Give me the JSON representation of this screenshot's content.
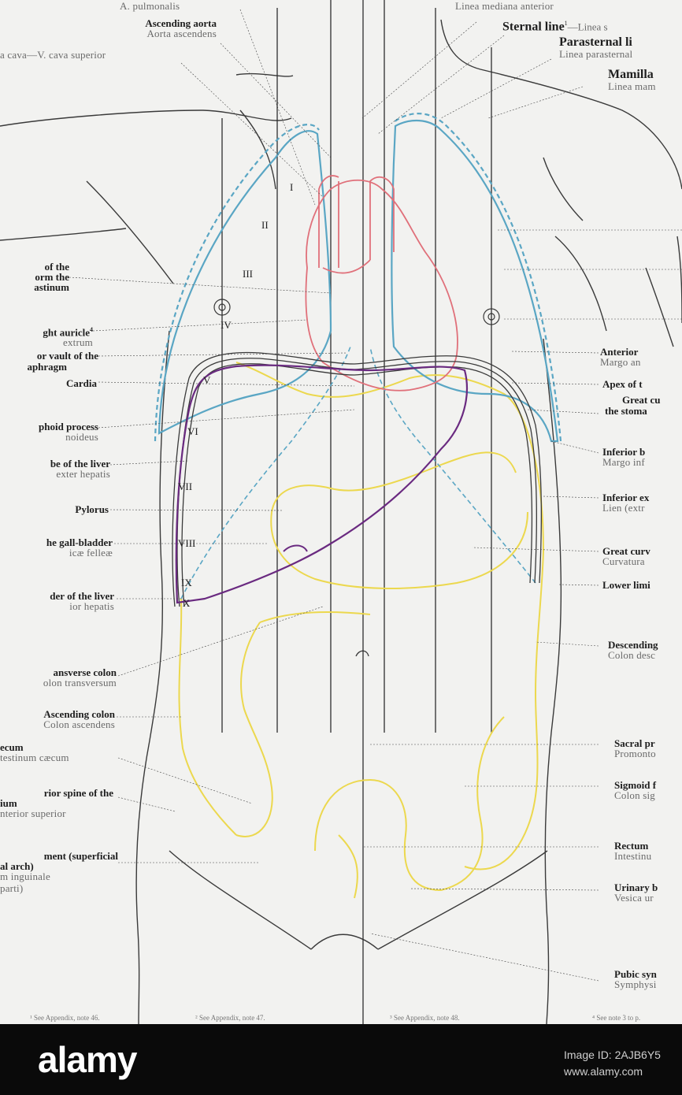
{
  "labels_top": {
    "pulmonalis": "A. pulmonalis",
    "asc_aorta_en": "Ascending aorta",
    "asc_aorta_la": "Aorta ascendens",
    "vcava": "a cava—V. cava superior",
    "median_line": "Linea mediana anterior",
    "sternal_en": "Sternal line",
    "sternal_sup": "1",
    "sternal_la": "—Linea s",
    "parasternal_en": "Parasternal li",
    "parasternal_la": "Linea parasternal",
    "mamillary_en": "Mamilla",
    "mamillary_la": "Linea mam"
  },
  "labels_left": [
    {
      "en": "of the",
      "la": ""
    },
    {
      "en": "orm the",
      "la": ""
    },
    {
      "en": "astinum",
      "la": ""
    },
    {
      "en": "ght auricle",
      "la": "extrum",
      "sup": "4"
    },
    {
      "en": "or vault of the",
      "la": ""
    },
    {
      "en": "aphragm",
      "la": ""
    },
    {
      "en": "Cardia",
      "la": ""
    },
    {
      "en": "phoid process",
      "la": "noideus"
    },
    {
      "en": "be of the liver",
      "la": "exter hepatis"
    },
    {
      "en": "Pylorus",
      "la": ""
    },
    {
      "en": "he gall-bladder",
      "la": "icæ felleæ"
    },
    {
      "en": "der of the liver",
      "la": "ior hepatis"
    },
    {
      "en": "ansverse colon",
      "la": "olon transversum"
    },
    {
      "en": "Ascending colon",
      "la": "Colon ascendens"
    },
    {
      "en": "ecum",
      "la": "testinum cæcum"
    },
    {
      "en": "rior spine of the",
      "la": ""
    },
    {
      "en": "ium",
      "la": "nterior superior"
    },
    {
      "en": "ment (superficial",
      "la": ""
    },
    {
      "en": "al arch)",
      "la": "m inguinale"
    },
    {
      "en": "",
      "la": "parti)"
    }
  ],
  "labels_right": [
    {
      "en": "Anterior",
      "la": "Margo an"
    },
    {
      "en": "Apex of t",
      "la": ""
    },
    {
      "en": "Great cu",
      "la": ""
    },
    {
      "en": "the stoma",
      "la": ""
    },
    {
      "en": "Inferior b",
      "la": "Margo inf"
    },
    {
      "en": "Inferior ex",
      "la": "Lien (extr"
    },
    {
      "en": "Great curv",
      "la": "Curvatura"
    },
    {
      "en": "Lower limi",
      "la": ""
    },
    {
      "en": "Descending",
      "la": "Colon desc"
    },
    {
      "en": "Sacral pr",
      "la": "Promonto"
    },
    {
      "en": "Sigmoid f",
      "la": "Colon sig"
    },
    {
      "en": "Rectum",
      "la": "Intestinu"
    },
    {
      "en": "Urinary b",
      "la": "Vesica ur"
    },
    {
      "en": "Pubic syn",
      "la": "Symphysi"
    }
  ],
  "ribs": [
    "I",
    "II",
    "III",
    "IV",
    "V",
    "VI",
    "VII",
    "VIII",
    "IX",
    "X"
  ],
  "footnotes": [
    "¹ See Appendix, note 46.",
    "² See Appendix, note 47.",
    "³ See Appendix, note 48.",
    "⁴ See note 3 to p."
  ],
  "watermark": {
    "brand": "alamy",
    "image_id": "Image ID: 2AJB6Y5",
    "url": "www.alamy.com"
  },
  "colors": {
    "lung": "#5aa6c4",
    "heart": "#e0707a",
    "liver": "#6a2a80",
    "intestine": "#ecd84e",
    "outline": "#3a3a3a",
    "footer": "#0a0a0a"
  }
}
